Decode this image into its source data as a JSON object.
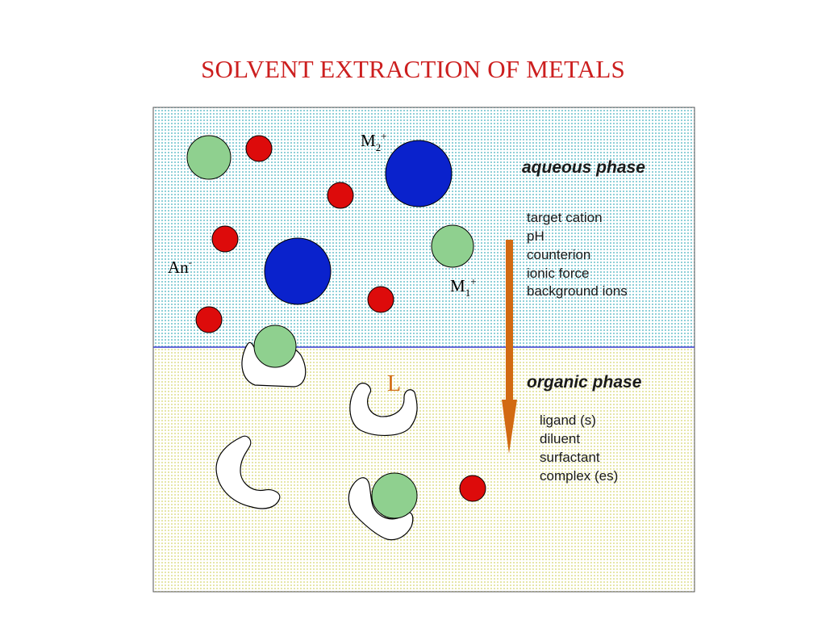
{
  "title": "SOLVENT EXTRACTION OF METALS",
  "aqueous": {
    "title": "aqueous phase",
    "items": [
      "target cation",
      "pH",
      "counterion",
      "ionic force",
      "background ions"
    ]
  },
  "organic": {
    "title": "organic phase",
    "items": [
      "ligand (s)",
      "diluent",
      "surfactant",
      "complex (es)"
    ]
  },
  "labels": {
    "m2": "M",
    "m2_sub": "2",
    "m2_sup": "+",
    "m1": "M",
    "m1_sub": "1",
    "m1_sup": "+",
    "anion": "An",
    "anion_sup": "-",
    "ligand": "L"
  },
  "colors": {
    "title": "#cc1f1f",
    "red_ion": "#dd0b0b",
    "blue_ion": "#0a22cc",
    "green_ion": "#8fd08f",
    "arrow": "#d26a12",
    "interface": "#3a3acc",
    "aqueous_dot": "#8fd0d8",
    "organic_dot": "#e0e0a0"
  }
}
